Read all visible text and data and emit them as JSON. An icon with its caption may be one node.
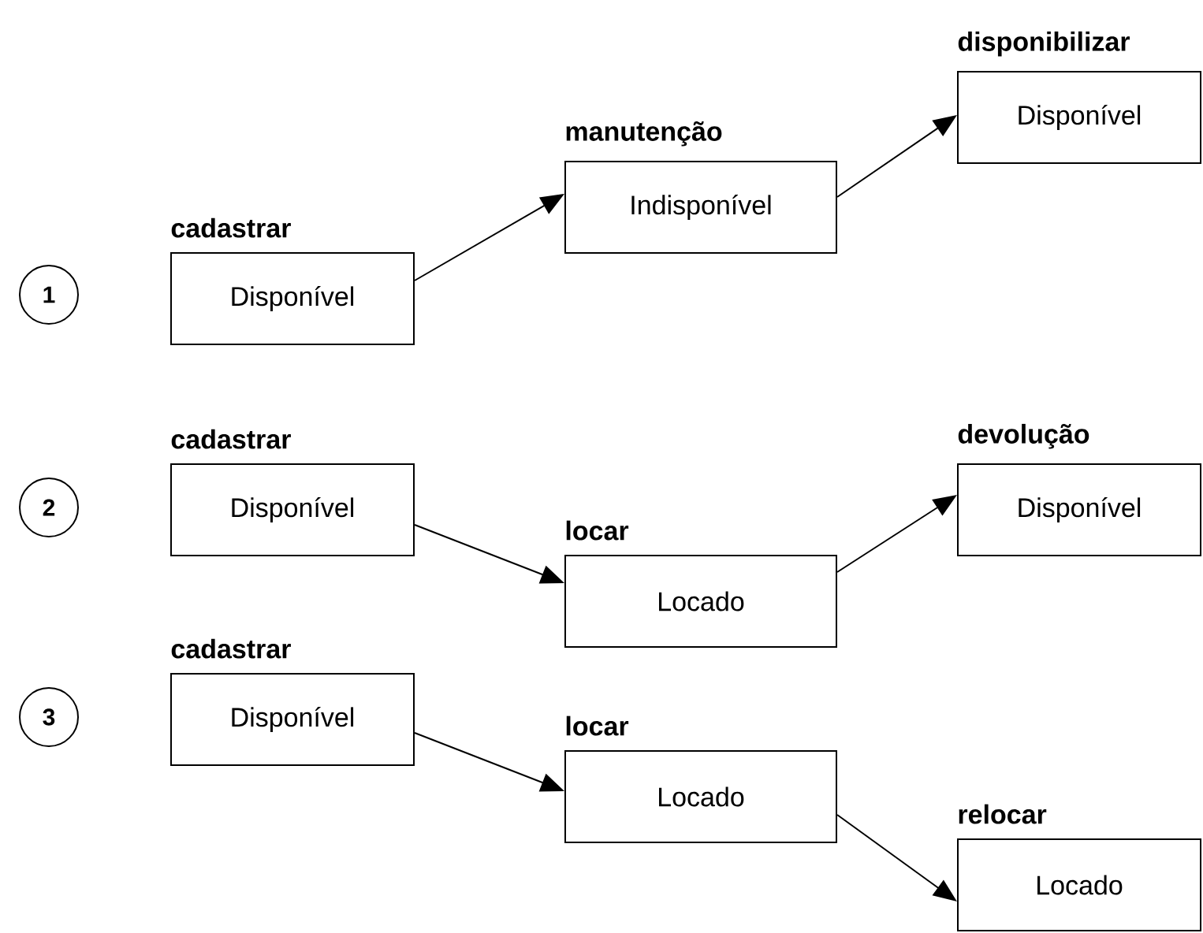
{
  "diagram": {
    "nodes": [
      {
        "text": [
          "1"
        ]
      },
      {
        "text": [
          "cadastrar",
          "Disponível"
        ]
      },
      {
        "text": [
          "manutenção",
          "Indisponível"
        ]
      },
      {
        "text": [
          "disponibilizar",
          "Disponível"
        ]
      },
      {
        "text": [
          "2"
        ]
      },
      {
        "text": [
          "cadastrar",
          "Disponível"
        ]
      },
      {
        "text": [
          "locar",
          "Locado"
        ]
      },
      {
        "text": [
          "devolução",
          "Disponível"
        ]
      },
      {
        "text": [
          "3"
        ]
      },
      {
        "text": [
          "cadastrar",
          "Disponível"
        ]
      },
      {
        "text": [
          "locar",
          "Locado"
        ]
      },
      {
        "text": [
          "relocar",
          "Locado"
        ]
      }
    ],
    "edges": [
      {
        "from": 1,
        "to": 2,
        "arrow": "to"
      },
      {
        "from": 2,
        "to": 3,
        "arrow": "to"
      },
      {
        "from": 5,
        "to": 6,
        "arrow": "to"
      },
      {
        "from": 6,
        "to": 7,
        "arrow": "to"
      },
      {
        "from": 9,
        "to": 10,
        "arrow": "to"
      },
      {
        "from": 10,
        "to": 11,
        "arrow": "to"
      }
    ]
  }
}
